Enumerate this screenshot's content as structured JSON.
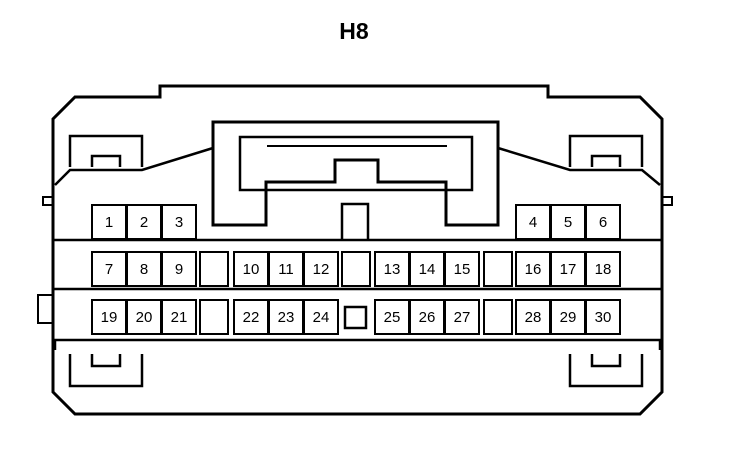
{
  "title": "H8",
  "pins": [
    {
      "label": "1"
    },
    {
      "label": "2"
    },
    {
      "label": "3"
    },
    {
      "label": "4"
    },
    {
      "label": "5"
    },
    {
      "label": "6"
    },
    {
      "label": "7"
    },
    {
      "label": "8"
    },
    {
      "label": "9"
    },
    {
      "label": "10"
    },
    {
      "label": "11"
    },
    {
      "label": "12"
    },
    {
      "label": "13"
    },
    {
      "label": "14"
    },
    {
      "label": "15"
    },
    {
      "label": "16"
    },
    {
      "label": "17"
    },
    {
      "label": "18"
    },
    {
      "label": "19"
    },
    {
      "label": "20"
    },
    {
      "label": "21"
    },
    {
      "label": "22"
    },
    {
      "label": "23"
    },
    {
      "label": "24"
    },
    {
      "label": "25"
    },
    {
      "label": "26"
    },
    {
      "label": "27"
    },
    {
      "label": "28"
    },
    {
      "label": "29"
    },
    {
      "label": "30"
    }
  ],
  "colors": {
    "line": "#000000",
    "background": "#ffffff"
  }
}
